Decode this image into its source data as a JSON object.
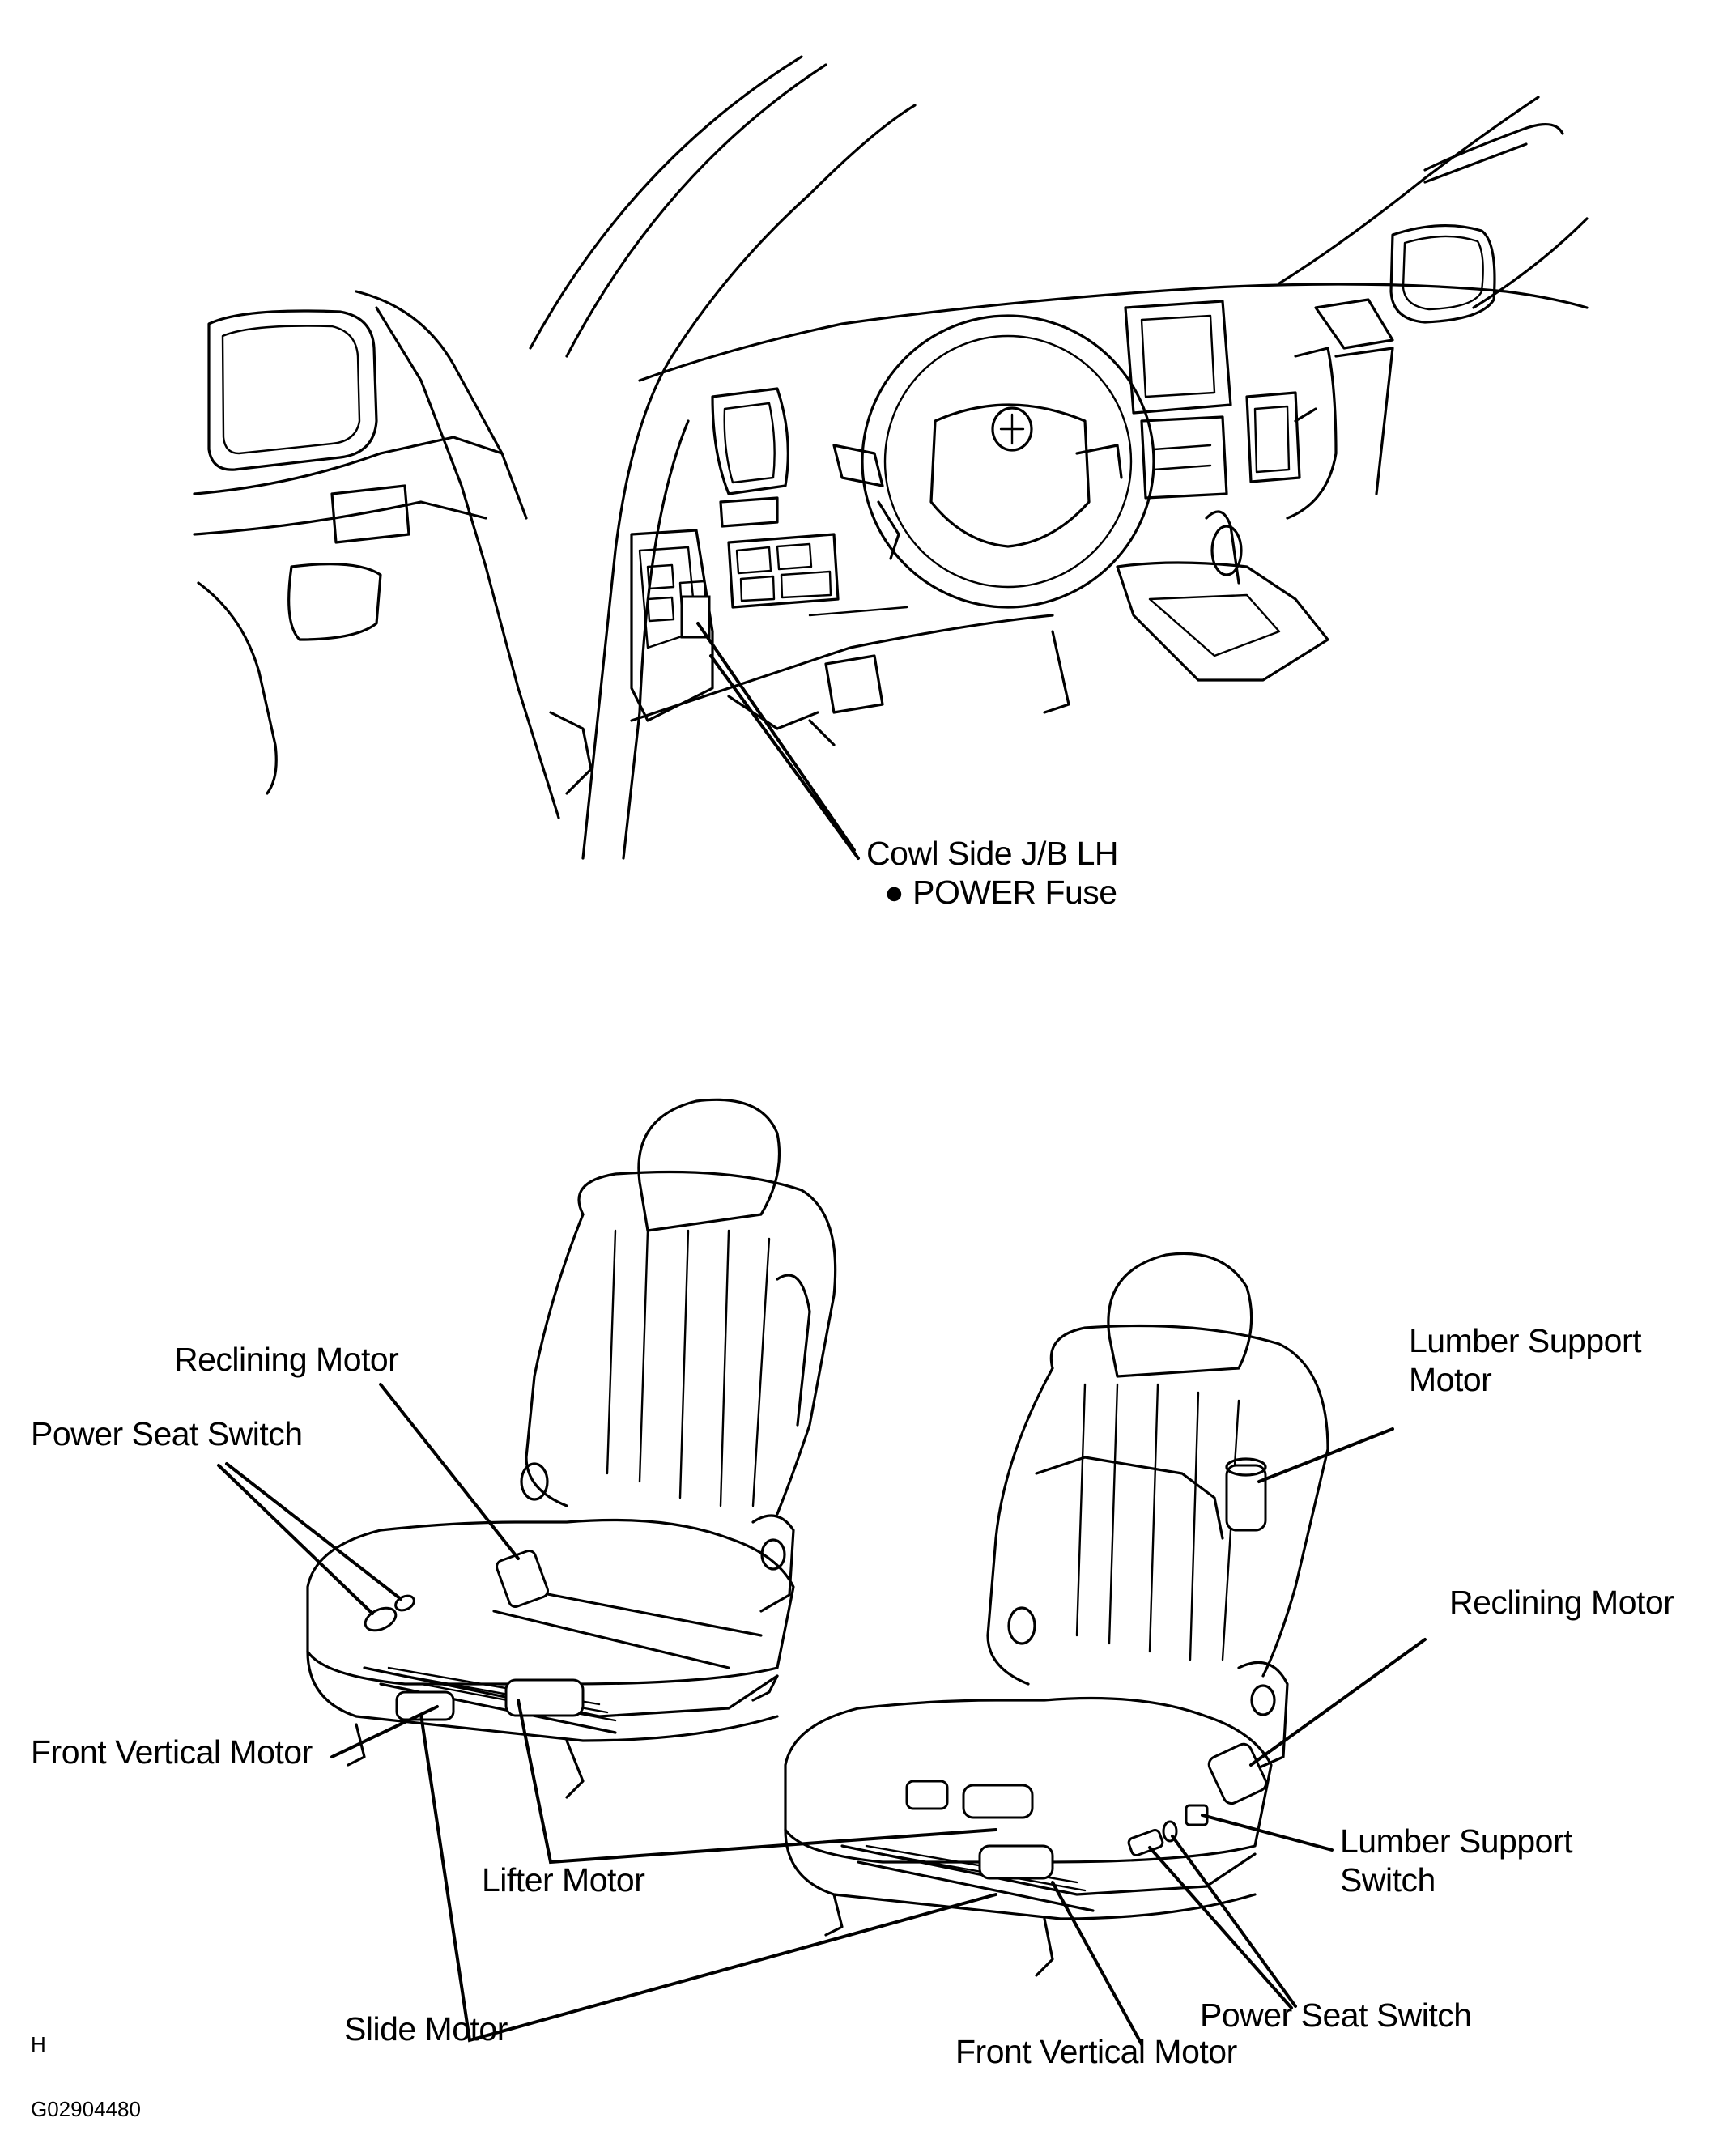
{
  "figure": {
    "dashboard_callout": {
      "line1": "Cowl Side J/B LH",
      "line2": "● POWER Fuse"
    },
    "driver_seat_labels": {
      "reclining_motor": "Reclining Motor",
      "power_seat_switch": "Power Seat Switch",
      "front_vertical_motor": "Front Vertical Motor",
      "lifter_motor": "Lifter Motor",
      "slide_motor": "Slide Motor"
    },
    "passenger_seat_labels": {
      "lumber_support_motor_1": "Lumber Support",
      "lumber_support_motor_2": "Motor",
      "reclining_motor": "Reclining Motor",
      "lumber_support_switch_1": "Lumber Support",
      "lumber_support_switch_2": "Switch",
      "power_seat_switch": "Power Seat Switch",
      "front_vertical_motor": "Front Vertical Motor"
    },
    "footer": {
      "letter": "H",
      "code": "G02904480"
    }
  }
}
